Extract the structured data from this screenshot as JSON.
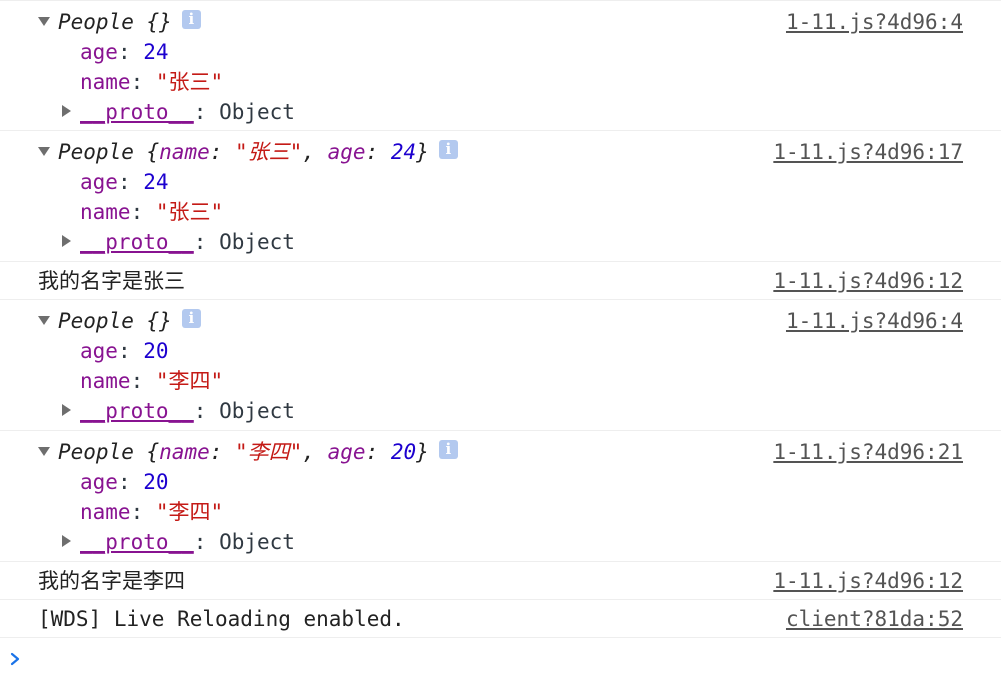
{
  "entries": [
    {
      "type": "object",
      "header_class": "People",
      "header_preview": " {}",
      "source": "1-11.js?4d96:4",
      "props": [
        {
          "key": "age",
          "value": "24",
          "kind": "num"
        },
        {
          "key": "name",
          "value": "\"张三\"",
          "kind": "str"
        }
      ],
      "proto_key": "__proto__",
      "proto_value": ": Object"
    },
    {
      "type": "object",
      "header_class": "People",
      "preview": {
        "open": " {",
        "k1": "name",
        "v1": "\"张三\"",
        "sep": ", ",
        "k2": "age",
        "v2": "24",
        "close": "}"
      },
      "source": "1-11.js?4d96:17",
      "props": [
        {
          "key": "age",
          "value": "24",
          "kind": "num"
        },
        {
          "key": "name",
          "value": "\"张三\"",
          "kind": "str"
        }
      ],
      "proto_key": "__proto__",
      "proto_value": ": Object"
    },
    {
      "type": "log",
      "text": "我的名字是张三",
      "source": "1-11.js?4d96:12"
    },
    {
      "type": "object",
      "header_class": "People",
      "header_preview": " {}",
      "source": "1-11.js?4d96:4",
      "props": [
        {
          "key": "age",
          "value": "20",
          "kind": "num"
        },
        {
          "key": "name",
          "value": "\"李四\"",
          "kind": "str"
        }
      ],
      "proto_key": "__proto__",
      "proto_value": ": Object"
    },
    {
      "type": "object",
      "header_class": "People",
      "preview": {
        "open": " {",
        "k1": "name",
        "v1": "\"李四\"",
        "sep": ", ",
        "k2": "age",
        "v2": "20",
        "close": "}"
      },
      "source": "1-11.js?4d96:21",
      "props": [
        {
          "key": "age",
          "value": "20",
          "kind": "num"
        },
        {
          "key": "name",
          "value": "\"李四\"",
          "kind": "str"
        }
      ],
      "proto_key": "__proto__",
      "proto_value": ": Object"
    },
    {
      "type": "log",
      "text": "我的名字是李四",
      "source": "1-11.js?4d96:12"
    },
    {
      "type": "log",
      "mono": true,
      "text": "[WDS] Live Reloading enabled.",
      "source": "client?81da:52"
    }
  ],
  "icons": {
    "info": "i",
    "expand": "triangle-down-icon",
    "collapse": "triangle-right-icon",
    "prompt": "chevron-right-icon"
  },
  "colors": {
    "property_key": "#881391",
    "number": "#1c00cf",
    "string": "#c41a16",
    "info_badge": "#b3c9ef",
    "prompt": "#1a73e8"
  }
}
